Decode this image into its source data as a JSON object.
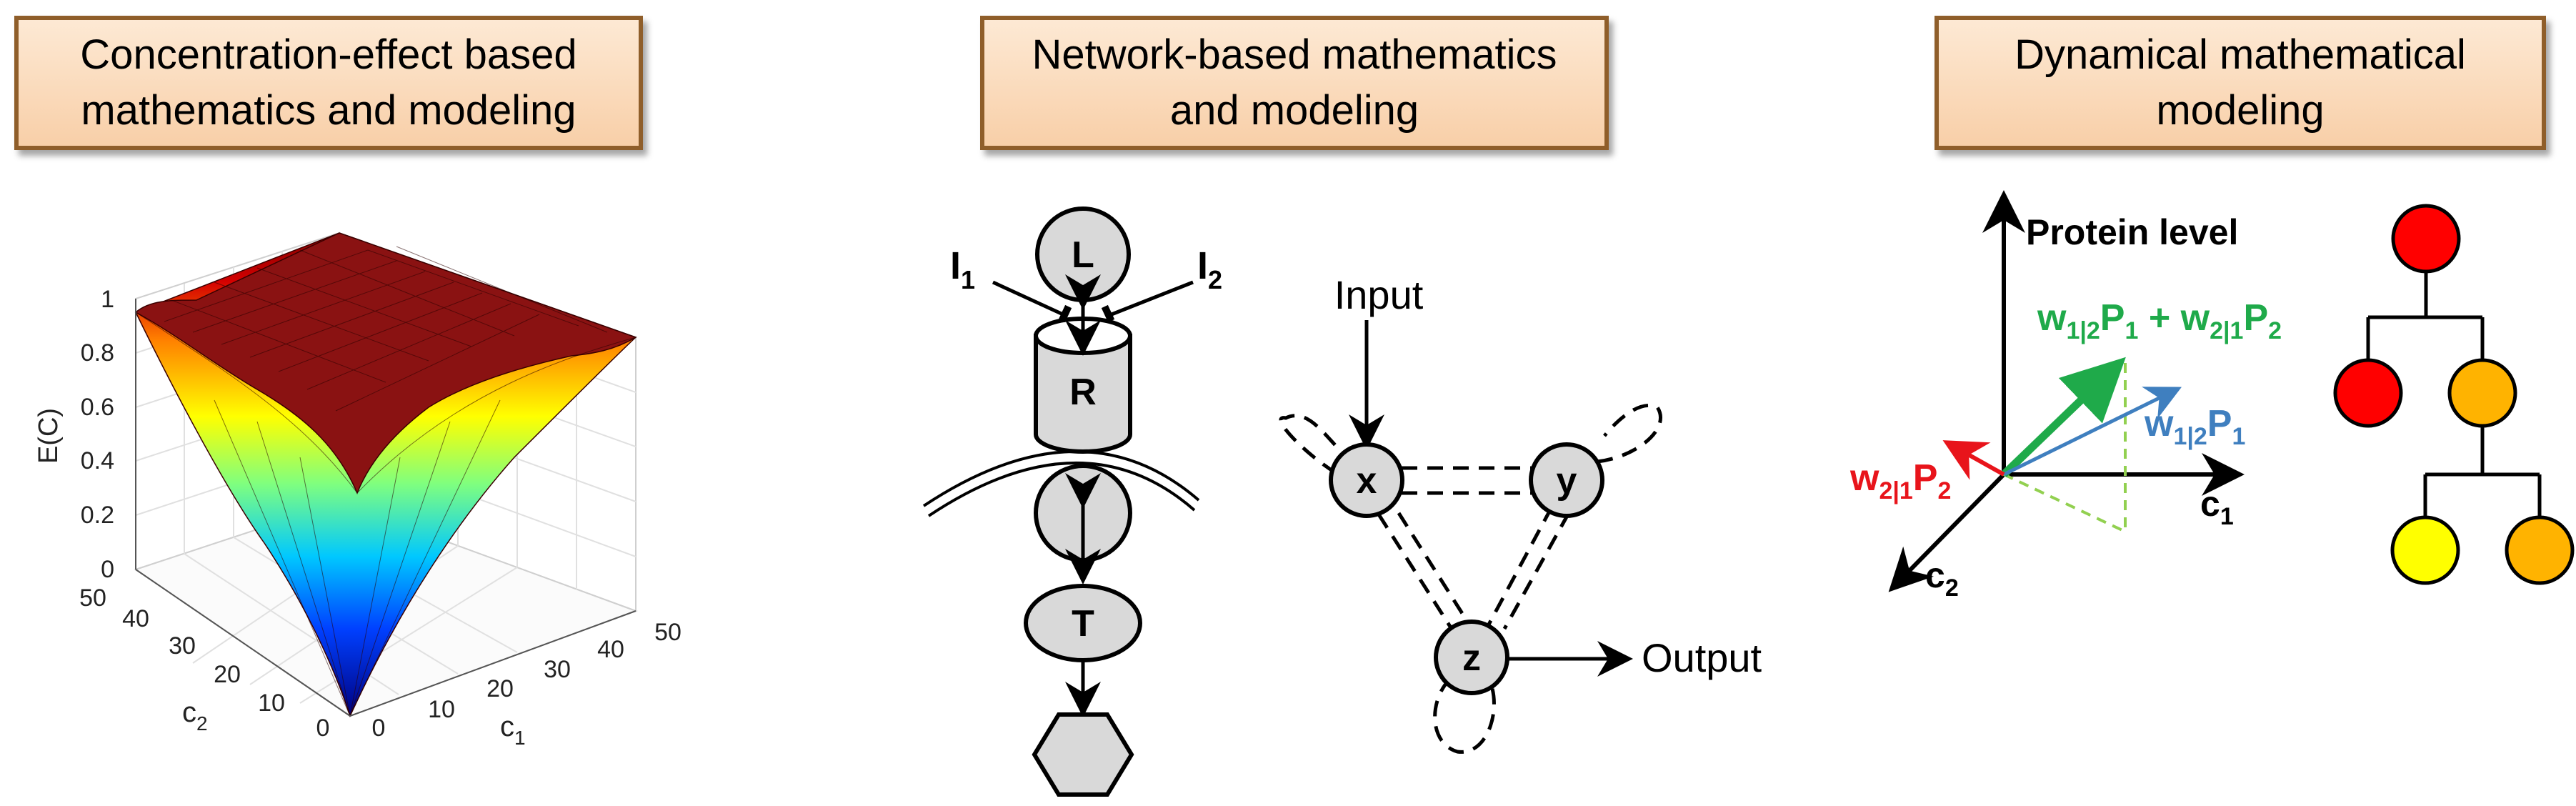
{
  "headers": {
    "concentration": {
      "line1": "Concentration-effect based",
      "line2": "mathematics and modeling"
    },
    "network": {
      "line1": "Network-based mathematics",
      "line2": "and modeling"
    },
    "dynamical": {
      "line1": "Dynamical mathematical",
      "line2": "modeling"
    }
  },
  "surface_plot": {
    "zlabel": "E(C)",
    "z_ticks": [
      "0",
      "0.2",
      "0.4",
      "0.6",
      "0.8",
      "1"
    ],
    "c2_ticks": [
      "0",
      "10",
      "20",
      "30",
      "40",
      "50"
    ],
    "c1_ticks": [
      "0",
      "10",
      "20",
      "30",
      "40",
      "50"
    ],
    "c2_label": "c",
    "c2_sub": "2",
    "c1_label": "c",
    "c1_sub": "1"
  },
  "pathway": {
    "ligand": "L",
    "receptor": "R",
    "target": "T",
    "inhibitor1": "I",
    "inhibitor1_sub": "1",
    "inhibitor2": "I",
    "inhibitor2_sub": "2"
  },
  "network": {
    "input": "Input",
    "output": "Output",
    "node_x": "x",
    "node_y": "y",
    "node_z": "z"
  },
  "dynamics": {
    "ylabel": "Protein level",
    "c1": "c",
    "c1_sub": "1",
    "c2": "c",
    "c2_sub": "2",
    "green": {
      "a": "w",
      "a_sub": "1|2",
      "b": "P",
      "b_sub": "1",
      "plus": " + ",
      "c": "w",
      "c_sub": "2|1",
      "d": "P",
      "d_sub": "2"
    },
    "blue": {
      "a": "w",
      "a_sub": "1|2",
      "b": "P",
      "b_sub": "1"
    },
    "red": {
      "a": "w",
      "a_sub": "2|1",
      "b": "P",
      "b_sub": "2"
    }
  },
  "colors": {
    "green": "#1faa4a",
    "blue": "#3f7fbf",
    "red": "#e8141b",
    "tree_red": "#ff0000",
    "tree_orange": "#ffb300",
    "tree_yellow": "#ffff00",
    "node_gray": "#d9d9d9"
  }
}
